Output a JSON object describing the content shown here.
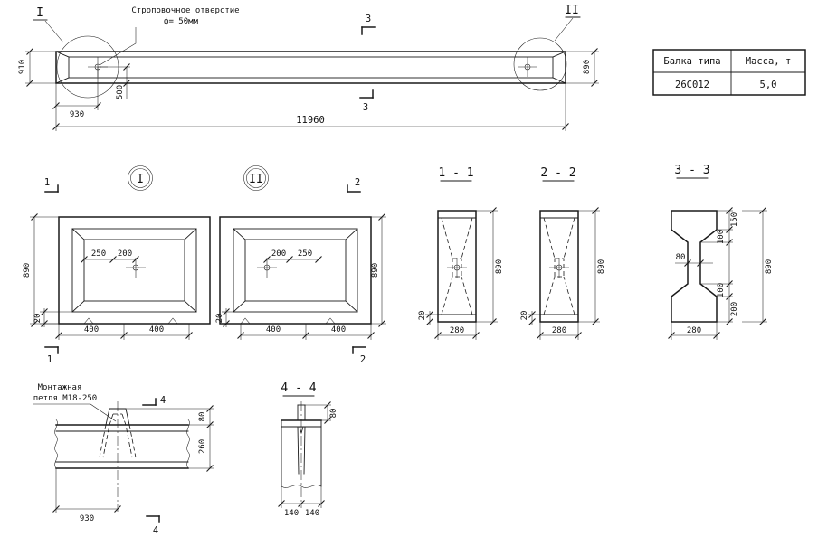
{
  "table": {
    "h1": "Балка типа",
    "h2": "Масса, т",
    "v1": "26С012",
    "v2": "5,0"
  },
  "elev": {
    "callout1": "Строповочное отверстие",
    "callout2": "ф= 50мм",
    "mI": "I",
    "mII": "II",
    "s3": "3",
    "d910": "910",
    "d890": "890",
    "d930": "930",
    "d500": "500",
    "d11960": "11960"
  },
  "d1": {
    "label": "I",
    "s": "1",
    "d890": "890",
    "d250": "250",
    "d200": "200",
    "d20": "20",
    "d400a": "400",
    "d400b": "400"
  },
  "d2": {
    "label": "II",
    "s": "2",
    "d890": "890",
    "d200": "200",
    "d250": "250",
    "d20": "20",
    "d400a": "400",
    "d400b": "400"
  },
  "s11": {
    "label": "1 - 1",
    "d280": "280",
    "d890": "890",
    "d20": "20"
  },
  "s22": {
    "label": "2 - 2",
    "d280": "280",
    "d890": "890",
    "d20": "20"
  },
  "s33": {
    "label": "3 - 3",
    "d80": "80",
    "d280": "280",
    "d890": "890",
    "d150": "150",
    "d100t": "100",
    "d100b": "100",
    "d200": "200"
  },
  "loop": {
    "callout1": "Монтажная",
    "callout2": "петля М18-250",
    "s": "4",
    "d80": "80",
    "d260": "260",
    "d930": "930"
  },
  "s44": {
    "label": "4 - 4",
    "d80": "80",
    "d140a": "140",
    "d140b": "140"
  }
}
